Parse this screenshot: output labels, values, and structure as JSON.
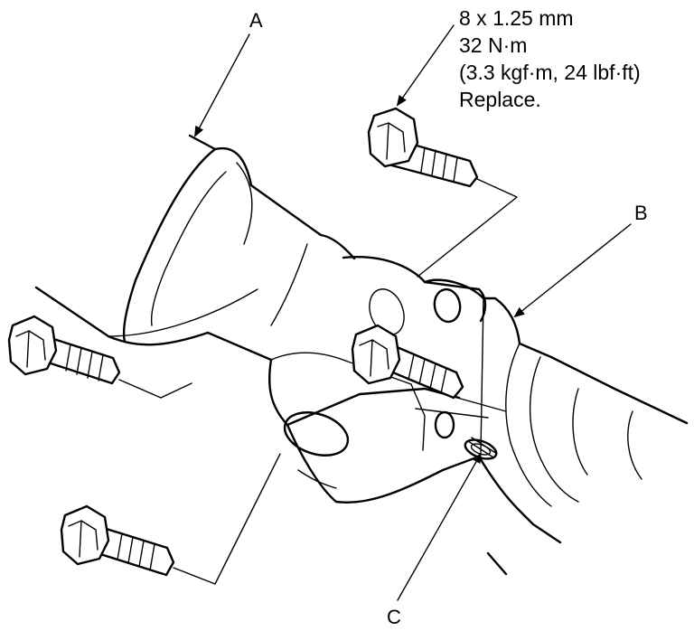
{
  "callouts": {
    "a": "A",
    "b": "B",
    "c": "C"
  },
  "bolt_spec": {
    "line1": "8 x 1.25 mm",
    "line2": "32 N·m",
    "line3": "(3.3 kgf·m, 24 lbf·ft)",
    "line4": "Replace."
  }
}
